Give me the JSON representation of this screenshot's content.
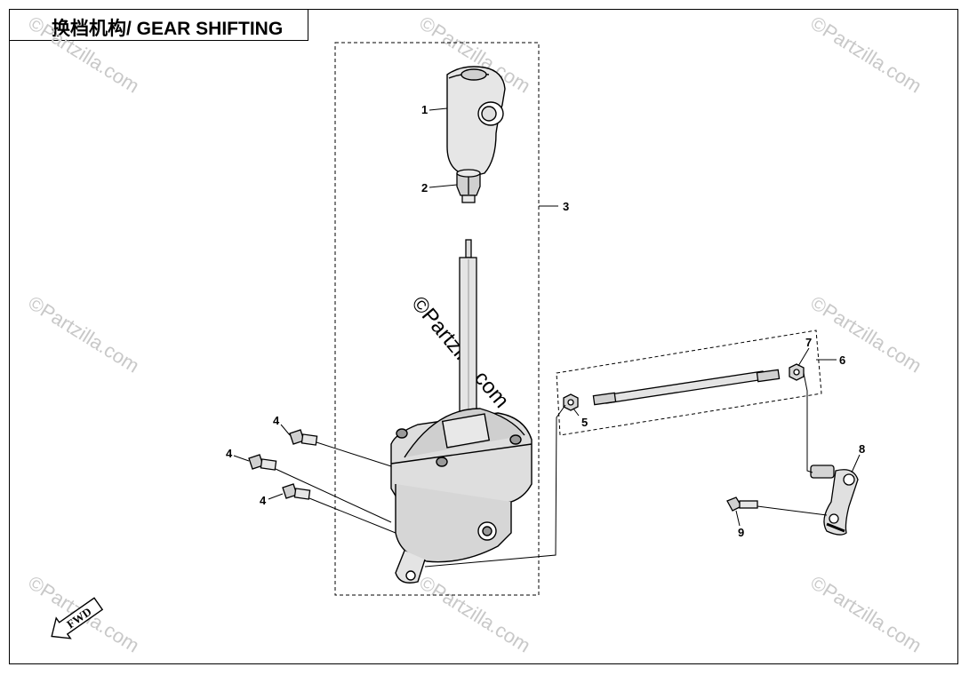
{
  "title": "换档机构/ GEAR SHIFTING",
  "watermark_text": "©Partzilla.com",
  "fwd_label": "FWD",
  "callouts": {
    "c1": "1",
    "c2": "2",
    "c3": "3",
    "c4a": "4",
    "c4b": "4",
    "c4c": "4",
    "c5": "5",
    "c6": "6",
    "c7": "7",
    "c8": "8",
    "c9": "9"
  }
}
